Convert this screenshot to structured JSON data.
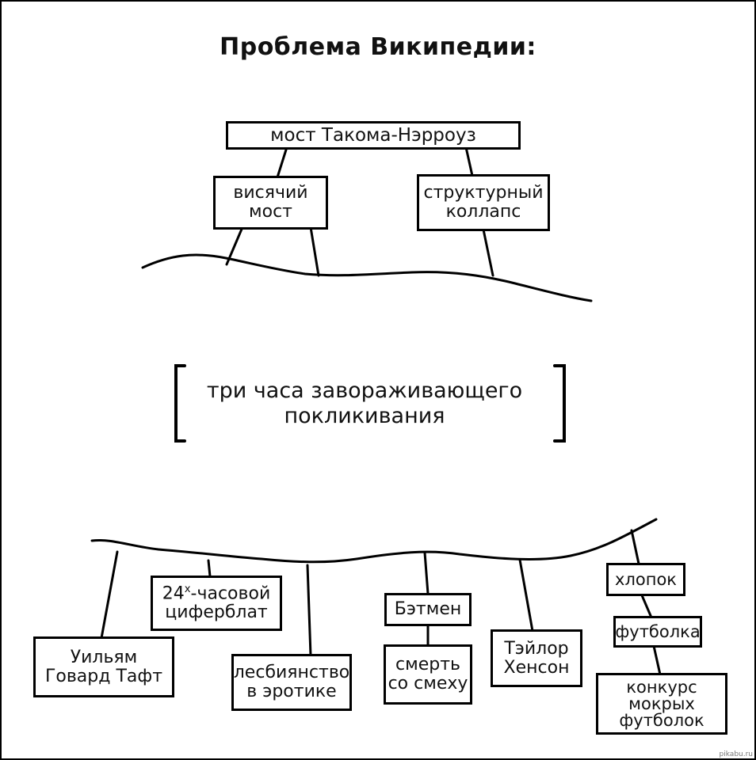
{
  "title": "Проблема Википедии:",
  "top_tree": {
    "root": "мост Такома-Нэрроуз",
    "left": "висячий\nмост",
    "right": "структурный\nколлапс"
  },
  "middle": {
    "text": "три часа завораживающего\nпокликивания"
  },
  "bottom_tree": {
    "taft": "Уильям\nГовард Тафт",
    "clock_number": "24",
    "clock_sup": "х",
    "clock_rest": "-часовой\nциферблат",
    "lesbian": "лесбиянство\nв эротике",
    "batman": "Бэтмен",
    "death": "смерть\nсо смеху",
    "tyler": "Тэйлор\nХенсон",
    "cotton": "хлопок",
    "tshirt": "футболка",
    "contest": "конкурс\nмокрых\nфутболок"
  },
  "credit": "pikabu.ru"
}
